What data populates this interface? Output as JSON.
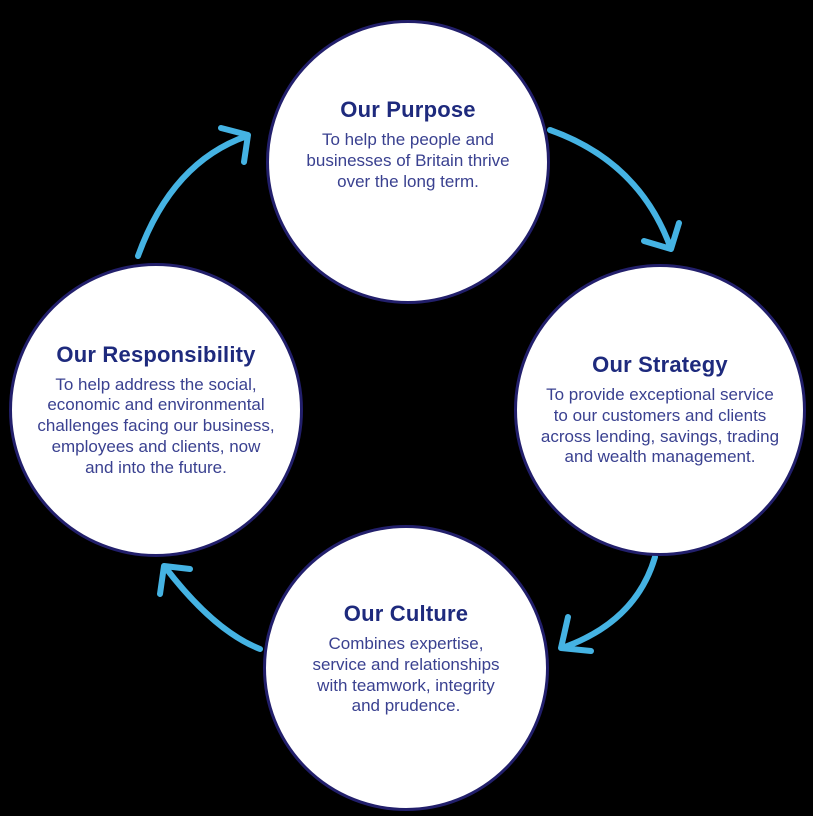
{
  "diagram": {
    "type": "cycle",
    "direction": "clockwise",
    "nodes": [
      {
        "id": "purpose",
        "title": "Our Purpose",
        "body_lines": [
          "To help the people and",
          "businesses of Britain thrive",
          "over the long term."
        ]
      },
      {
        "id": "strategy",
        "title": "Our Strategy",
        "body_lines": [
          "To provide exceptional service",
          "to our customers and clients",
          "across lending, savings, trading",
          "and wealth management."
        ]
      },
      {
        "id": "culture",
        "title": "Our Culture",
        "body_lines": [
          "Combines expertise,",
          "service and relationships",
          "with teamwork, integrity",
          "and prudence."
        ]
      },
      {
        "id": "responsibility",
        "title": "Our Responsibility",
        "body_lines": [
          "To help address the social,",
          "economic and environmental",
          "challenges facing our business,",
          "employees and clients, now",
          "and into the future."
        ]
      }
    ],
    "arrows": [
      {
        "from": "Our Purpose",
        "to": "Our Strategy"
      },
      {
        "from": "Our Strategy",
        "to": "Our Culture"
      },
      {
        "from": "Our Culture",
        "to": "Our Responsibility"
      },
      {
        "from": "Our Responsibility",
        "to": "Our Purpose"
      }
    ]
  },
  "colors": {
    "background": "#000000",
    "circle_fill": "#ffffff",
    "circle_border": "#221f6b",
    "title_text": "#1e2a7d",
    "body_text": "#3a4190",
    "arrow": "#45b3e3"
  }
}
